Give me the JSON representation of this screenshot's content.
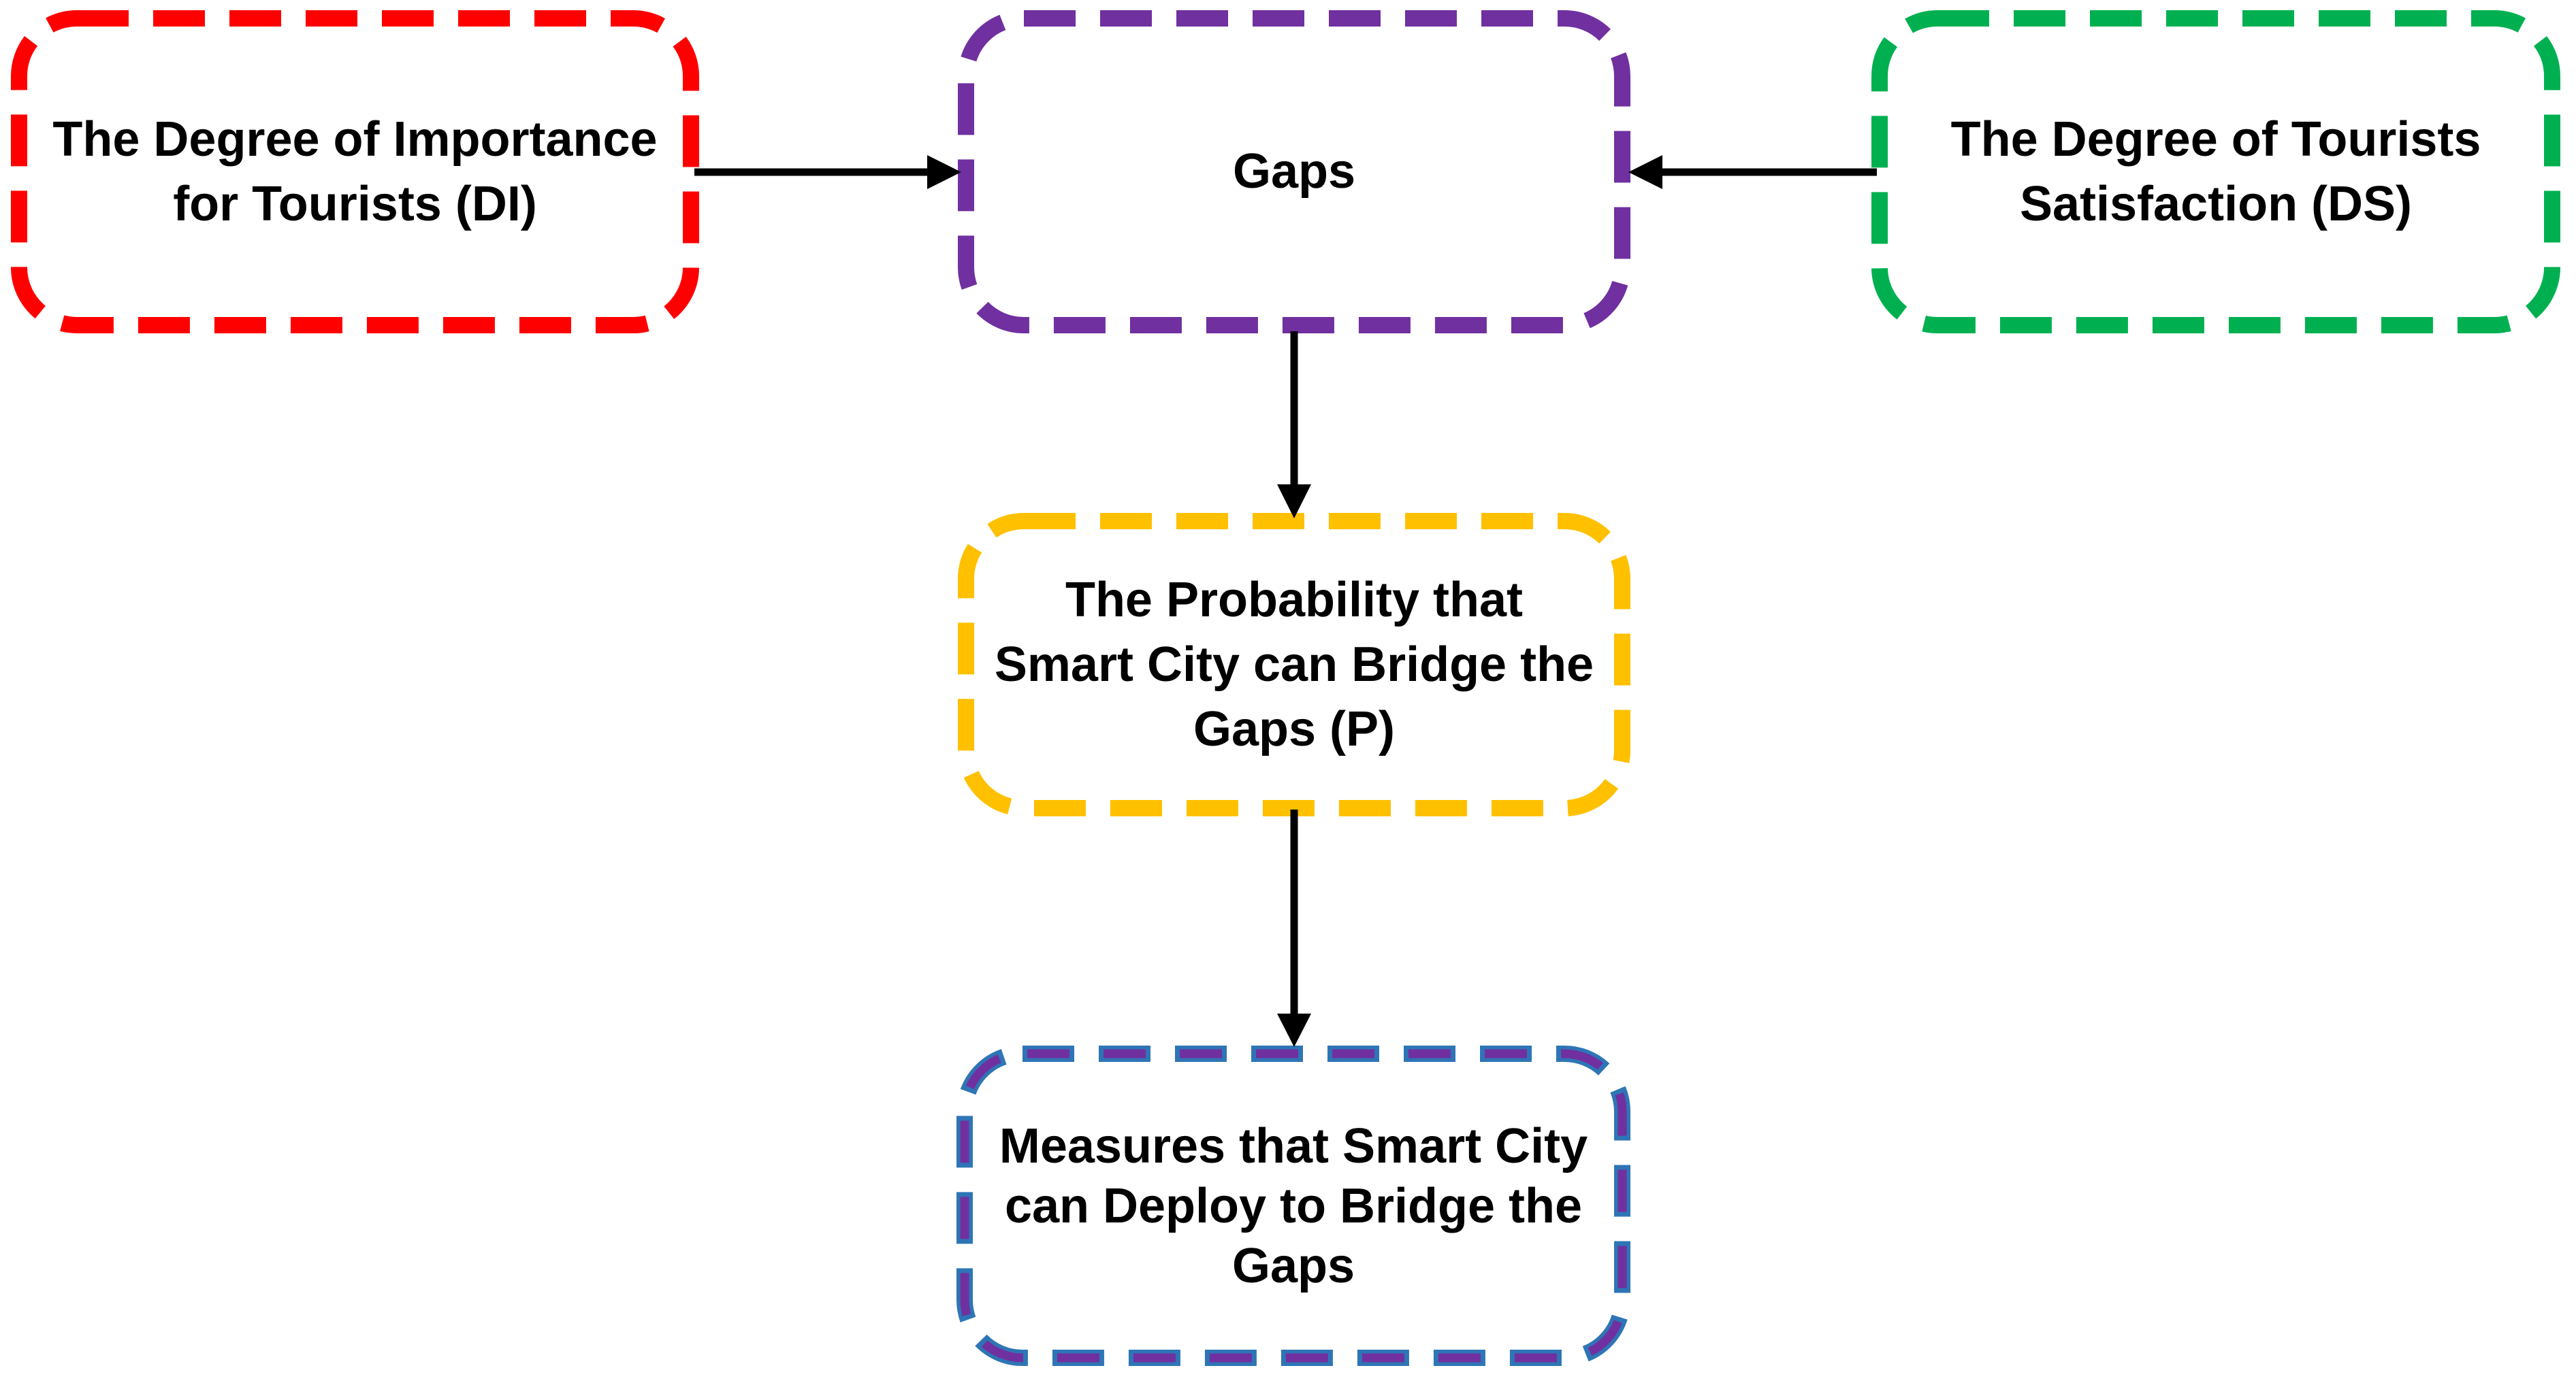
{
  "diagram": {
    "background_color": "#FFFFFF",
    "text_color": "#000000",
    "boxes": [
      {
        "id": "di",
        "label": "The Degree of Importance\nfor Tourists (DI)",
        "border_color": "#FF0000",
        "border_style": "dashed"
      },
      {
        "id": "gaps",
        "label": "Gaps",
        "border_color": "#7030A0",
        "border_style": "dashed"
      },
      {
        "id": "ds",
        "label": "The Degree of Tourists\nSatisfaction (DS)",
        "border_color": "#00B050",
        "border_style": "dashed"
      },
      {
        "id": "probability",
        "label": "The Probability that\nSmart City can Bridge the\nGaps (P)",
        "border_color": "#FFC000",
        "border_style": "dashed"
      },
      {
        "id": "measures",
        "label": "Measures that Smart City\ncan Deploy to Bridge the\nGaps",
        "border_color": "#2E75B6",
        "inner_border_color": "#7030A0",
        "border_style": "dashed-double"
      }
    ],
    "arrows": [
      {
        "id": "di-to-gaps",
        "from": "di",
        "to": "gaps",
        "direction": "right",
        "color": "#000000"
      },
      {
        "id": "ds-to-gaps",
        "from": "ds",
        "to": "gaps",
        "direction": "left",
        "color": "#000000"
      },
      {
        "id": "gaps-to-probability",
        "from": "gaps",
        "to": "probability",
        "direction": "down",
        "color": "#000000"
      },
      {
        "id": "probability-to-measures",
        "from": "probability",
        "to": "measures",
        "direction": "down",
        "color": "#000000"
      }
    ]
  }
}
